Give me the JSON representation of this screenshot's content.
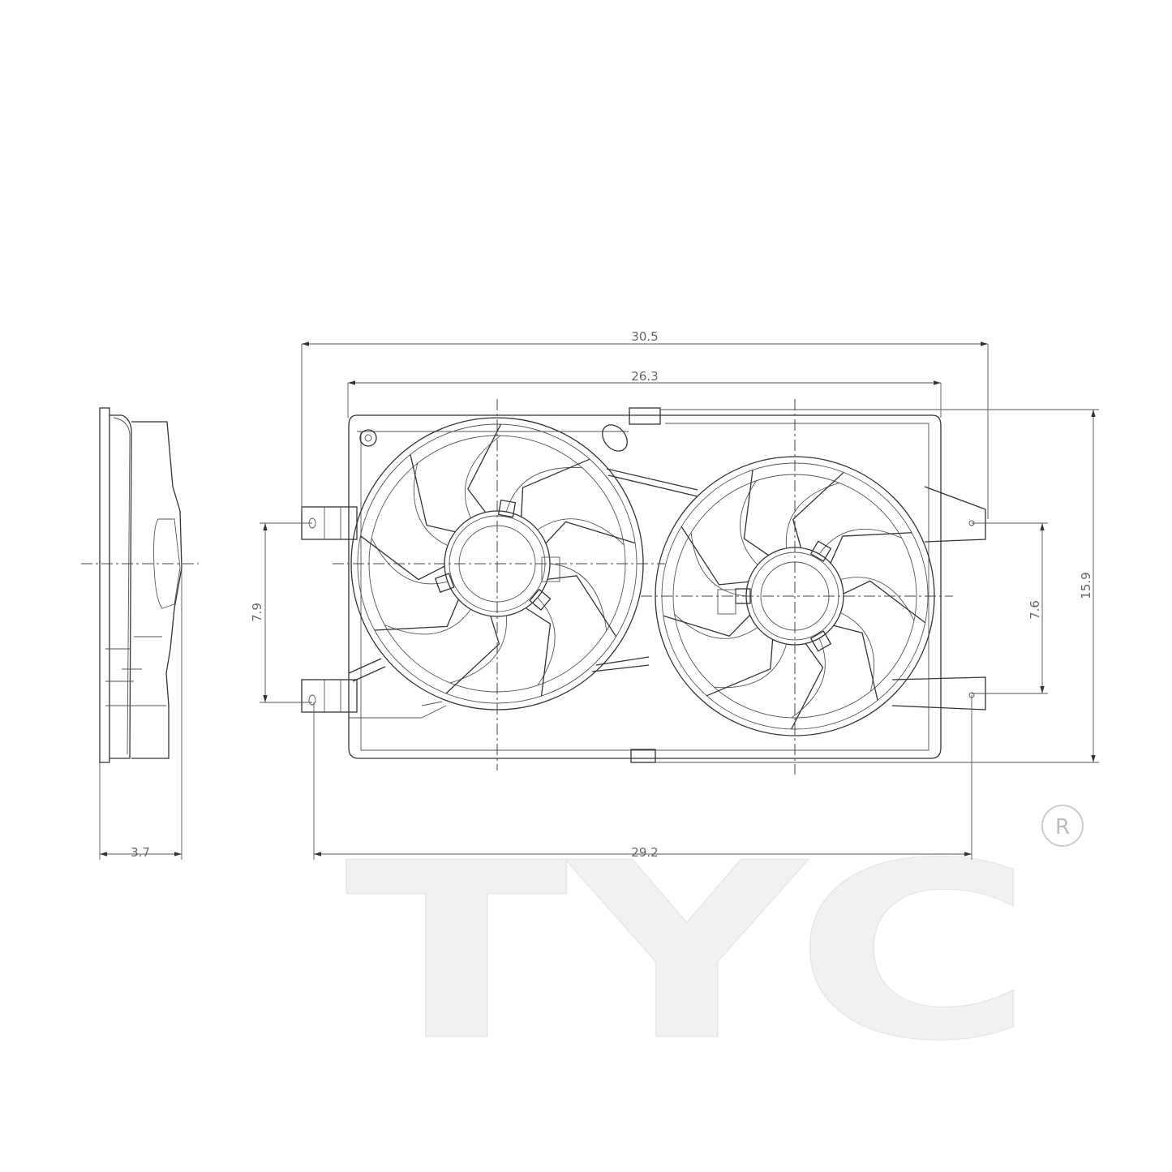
{
  "drawing": {
    "dimensions": {
      "overall_width": "30.5",
      "frame_width": "26.3",
      "overall_height": "15.9",
      "left_mount_spacing": "7.9",
      "right_mount_spacing": "7.6",
      "depth": "3.7",
      "mount_span": "29.2"
    },
    "fans": [
      {
        "name": "left-fan",
        "blades": 9
      },
      {
        "name": "right-fan",
        "blades": 9
      }
    ]
  },
  "logo": {
    "text": "TYC",
    "registered_mark": "R",
    "color": "#f1f1f1"
  }
}
